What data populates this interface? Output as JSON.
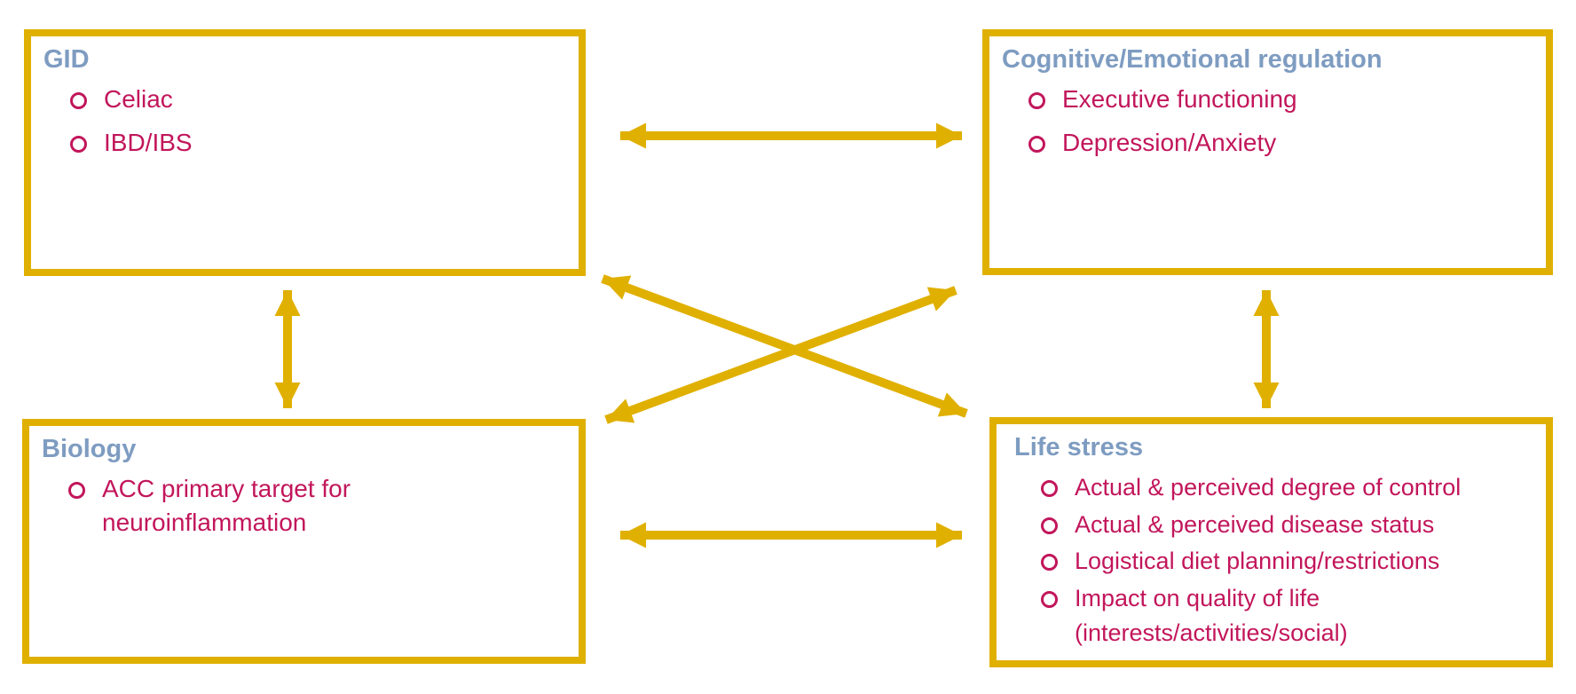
{
  "diagram": {
    "colors": {
      "gold": "#E0B000",
      "heading": "#7E9CC1",
      "bullet_text": "#C2165B",
      "background": "#FFFFFF"
    },
    "boxes": {
      "gid": {
        "title": "GID",
        "items": [
          "Celiac",
          "IBD/IBS"
        ]
      },
      "cognitive": {
        "title": "Cognitive/Emotional regulation",
        "items": [
          "Executive functioning",
          "Depression/Anxiety"
        ]
      },
      "biology": {
        "title": "Biology",
        "items": [
          "ACC primary target for\nneuroinflammation"
        ]
      },
      "lifestress": {
        "title": "Life stress",
        "items": [
          "Actual & perceived degree of control",
          "Actual & perceived disease status",
          "Logistical diet planning/restrictions",
          "Impact on quality of life\n(interests/activities/social)"
        ]
      }
    },
    "connectors": [
      {
        "from": "GID",
        "to": "Cognitive/Emotional regulation",
        "style": "double-headed-arrow"
      },
      {
        "from": "GID",
        "to": "Biology",
        "style": "double-headed-arrow"
      },
      {
        "from": "Cognitive/Emotional regulation",
        "to": "Life stress",
        "style": "double-headed-arrow"
      },
      {
        "from": "Biology",
        "to": "Life stress",
        "style": "double-headed-arrow"
      },
      {
        "from": "GID",
        "to": "Life stress",
        "style": "double-headed-arrow"
      },
      {
        "from": "Biology",
        "to": "Cognitive/Emotional regulation",
        "style": "double-headed-arrow"
      }
    ]
  }
}
